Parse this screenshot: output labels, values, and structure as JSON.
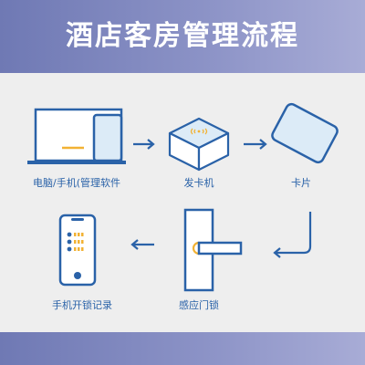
{
  "header": {
    "title": "酒店客房管理流程"
  },
  "steps": [
    {
      "label": "电脑/手机(管理软件",
      "icon": "computer-phone-icon"
    },
    {
      "label": "发卡机",
      "icon": "card-issuer-icon"
    },
    {
      "label": "卡片",
      "icon": "card-icon"
    },
    {
      "label": "感应门锁",
      "icon": "door-lock-icon"
    },
    {
      "label": "手机开锁记录",
      "icon": "phone-records-icon"
    }
  ],
  "colors": {
    "primary": "#2a62a8",
    "accent": "#f2b233",
    "fill": "#dcebf7",
    "header_gradient": [
      "#6f79b4",
      "#a8acd6"
    ],
    "panel": "#eeeeee"
  }
}
